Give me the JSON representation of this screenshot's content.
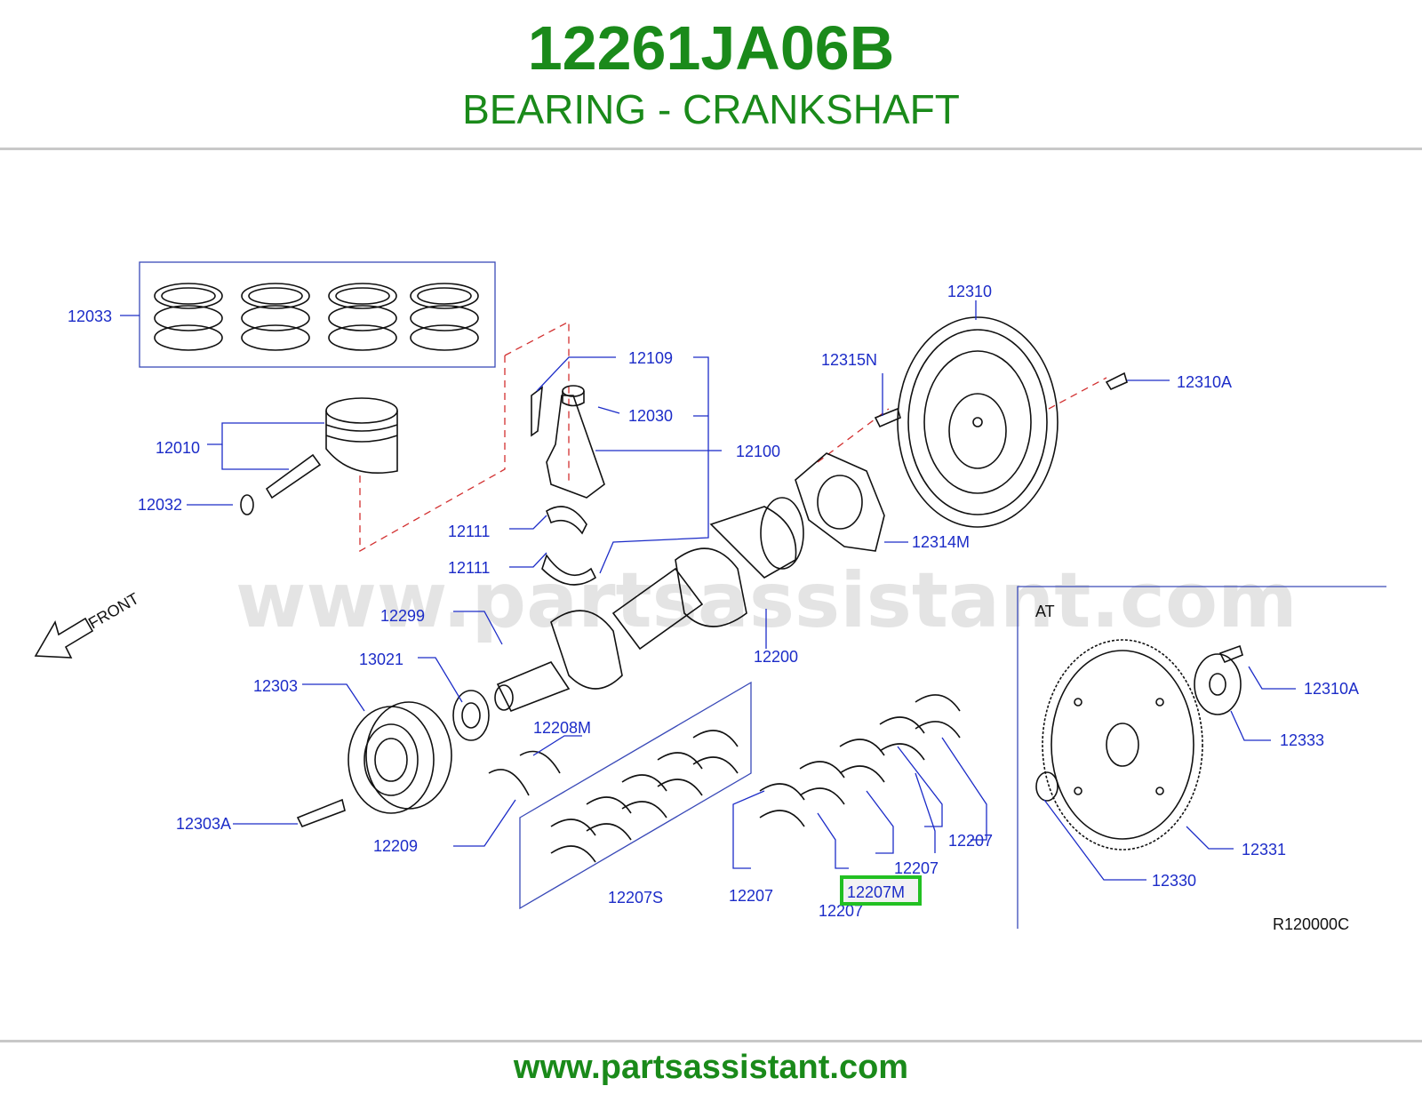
{
  "header": {
    "part_number": "12261JA06B",
    "part_name": "BEARING - CRANKSHAFT"
  },
  "watermark": "www.partsassistant.com",
  "footer": {
    "url": "www.partsassistant.com"
  },
  "diagram": {
    "front_label": "FRONT",
    "at_label": "AT",
    "ref_code": "R120000C",
    "highlighted_part": "12207M",
    "labels": {
      "p12033": "12033",
      "p12109": "12109",
      "p12030": "12030",
      "p12010": "12010",
      "p12100": "12100",
      "p12032": "12032",
      "p12111a": "12111",
      "p12111b": "12111",
      "p12310": "12310",
      "p12315N": "12315N",
      "p12310A": "12310A",
      "p12314M": "12314M",
      "p12299": "12299",
      "p13021": "13021",
      "p12200": "12200",
      "p12303": "12303",
      "p12208M": "12208M",
      "p12303A": "12303A",
      "p12209": "12209",
      "p12207S": "12207S",
      "p12207a": "12207",
      "p12207b": "12207",
      "p12207c": "12207",
      "p12207d": "12207",
      "p12207M": "12207M",
      "p12310A_at": "12310A",
      "p12333": "12333",
      "p12331": "12331",
      "p12330": "12330"
    }
  },
  "colors": {
    "title_green": "#1a8a1a",
    "label_blue": "#1c2cc8",
    "highlight_green": "#22c022",
    "divider_gray": "#c8c8c8"
  }
}
